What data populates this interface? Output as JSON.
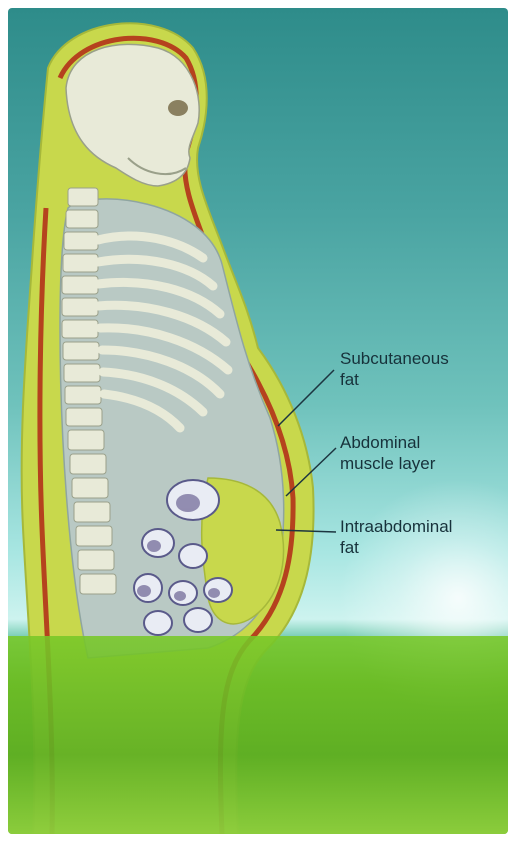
{
  "labels": {
    "subcutaneous": [
      "Subcutaneous",
      "fat"
    ],
    "abdominal": [
      "Abdominal",
      "muscle layer"
    ],
    "intraabdominal": [
      "Intraabdominal",
      "fat"
    ]
  },
  "colors": {
    "background_teal": "#4aa4a2",
    "fat_yellow": "#c9d94a",
    "muscle_red": "#b5421e",
    "bone": "#e8ead8",
    "label_text": "#17323b"
  }
}
